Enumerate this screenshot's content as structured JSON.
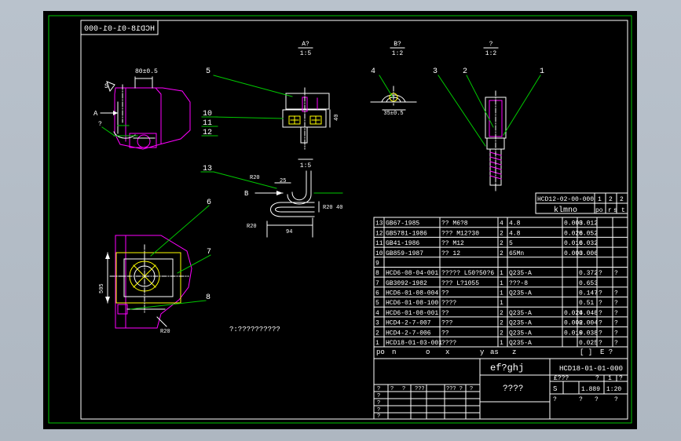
{
  "header": {
    "drawing_no_mirrored": "HCD18-01-01-000"
  },
  "views": {
    "view_a": {
      "title": "A?",
      "scale": "1:5",
      "dim_top": "80±0.5",
      "arrow_a": "A",
      "mark_q": "?"
    },
    "view_b": {
      "title": "B?",
      "scale": "1:2",
      "dim": "35±0.5"
    },
    "view_c": {
      "title": "?",
      "scale": "1:2"
    },
    "view_mid": {
      "scale": "1:5",
      "dim_h": "40"
    },
    "view_bend": {
      "scale": "1:5",
      "r20_top": "R20",
      "r20_side": "R20",
      "r20_bottom": "R20",
      "dim_25": "25",
      "dim_94": "94",
      "arrow_b": "B"
    },
    "view_plan": {
      "dim_side": "505",
      "r20": "R20"
    },
    "note": "?:??????????"
  },
  "balloons": [
    "1",
    "2",
    "3",
    "4",
    "5",
    "6",
    "7",
    "8",
    "10",
    "11",
    "12",
    "13"
  ],
  "ref_block": {
    "code": "HCD12-02-00-000",
    "c1": "1",
    "c2": "2",
    "c3": "2",
    "row2": "klmno",
    "row2b": "po",
    "row2c": "r",
    "row2d": "s",
    "row2e": "t"
  },
  "bom_rows": [
    {
      "no": "13",
      "code": "GB67-1985",
      "name": "?? M6?8",
      "qty": "4",
      "mat": "4.8",
      "w1": "0.003",
      "w2": "0.012",
      "r": "",
      "s": ""
    },
    {
      "no": "12",
      "code": "GB5781-1986",
      "name": "??? M12?30",
      "qty": "2",
      "mat": "4.8",
      "w1": "0.026",
      "w2": "0.052",
      "r": "",
      "s": ""
    },
    {
      "no": "11",
      "code": "GB41-1986",
      "name": "?? M12",
      "qty": "2",
      "mat": "5",
      "w1": "0.016",
      "w2": "0.032",
      "r": "",
      "s": ""
    },
    {
      "no": "10",
      "code": "GB859-1987",
      "name": "?? 12",
      "qty": "2",
      "mat": "65Mn",
      "w1": "0.003",
      "w2": "0.006",
      "r": "",
      "s": ""
    },
    {
      "no": "9",
      "code": "",
      "name": "",
      "qty": "",
      "mat": "",
      "w1": "",
      "w2": "",
      "r": "",
      "s": ""
    },
    {
      "no": "8",
      "code": "HCD6-08-04-001",
      "name": "????? L50?50?6",
      "qty": "1",
      "mat": "Q235-A",
      "w1": "",
      "w2": "0.372",
      "r": "?",
      "s": "?"
    },
    {
      "no": "7",
      "code": "GB3092-1982",
      "name": "??? L?1055",
      "qty": "1",
      "mat": "???-8",
      "w1": "",
      "w2": "0.653",
      "r": "",
      "s": ""
    },
    {
      "no": "6",
      "code": "HCD6-01-08-004",
      "name": "??",
      "qty": "1",
      "mat": "Q235-A",
      "w1": "",
      "w2": "0.147",
      "r": "?",
      "s": "?"
    },
    {
      "no": "5",
      "code": "HCD6-01-08-100",
      "name": "????",
      "qty": "1",
      "mat": "",
      "w1": "",
      "w2": "0.51",
      "r": "?",
      "s": "?"
    },
    {
      "no": "4",
      "code": "HCD6-01-08-001",
      "name": "??",
      "qty": "2",
      "mat": "Q235-A",
      "w1": "0.024",
      "w2": "0.048",
      "r": "?",
      "s": "?"
    },
    {
      "no": "3",
      "code": "HCD4-2-7-007",
      "name": "???",
      "qty": "2",
      "mat": "Q235-A",
      "w1": "0.002",
      "w2": "0.004",
      "r": "?",
      "s": "?"
    },
    {
      "no": "2",
      "code": "HCD4-2-7-006",
      "name": "??",
      "qty": "2",
      "mat": "Q235-A",
      "w1": "0.019",
      "w2": "0.038",
      "r": "?",
      "s": "?"
    },
    {
      "no": "1",
      "code": "HCD18-01-03-001",
      "name": "????",
      "qty": "1",
      "mat": "Q235-A",
      "w1": "",
      "w2": "0.025",
      "r": "?",
      "s": "?"
    }
  ],
  "bom_header": {
    "c1": "po",
    "c2": "n",
    "c3": "o",
    "c4": "x",
    "c5": "y",
    "c6": "as",
    "c7": "z",
    "c8": "[ ]",
    "c9": "E ?"
  },
  "title_block": {
    "company": "ef?ghj",
    "drawing_no": "HCD18-01-01-000",
    "part_name": "????",
    "stage_hdr": "£???",
    "stage_q1": "?",
    "stage_q2": "1",
    "stage_q3": "?",
    "stage_q4": "?",
    "mark_s": "S",
    "weight": "1.889",
    "scale": "1:20",
    "sheet_q1": "?",
    "sheet_q2": "?",
    "sheet_q3": "?",
    "sheet_q4": "?",
    "sign_hdr": [
      "?",
      "?",
      "?",
      "???",
      "??? ?",
      "?"
    ],
    "sign_rows": [
      "?",
      "?",
      "?",
      "?"
    ]
  }
}
